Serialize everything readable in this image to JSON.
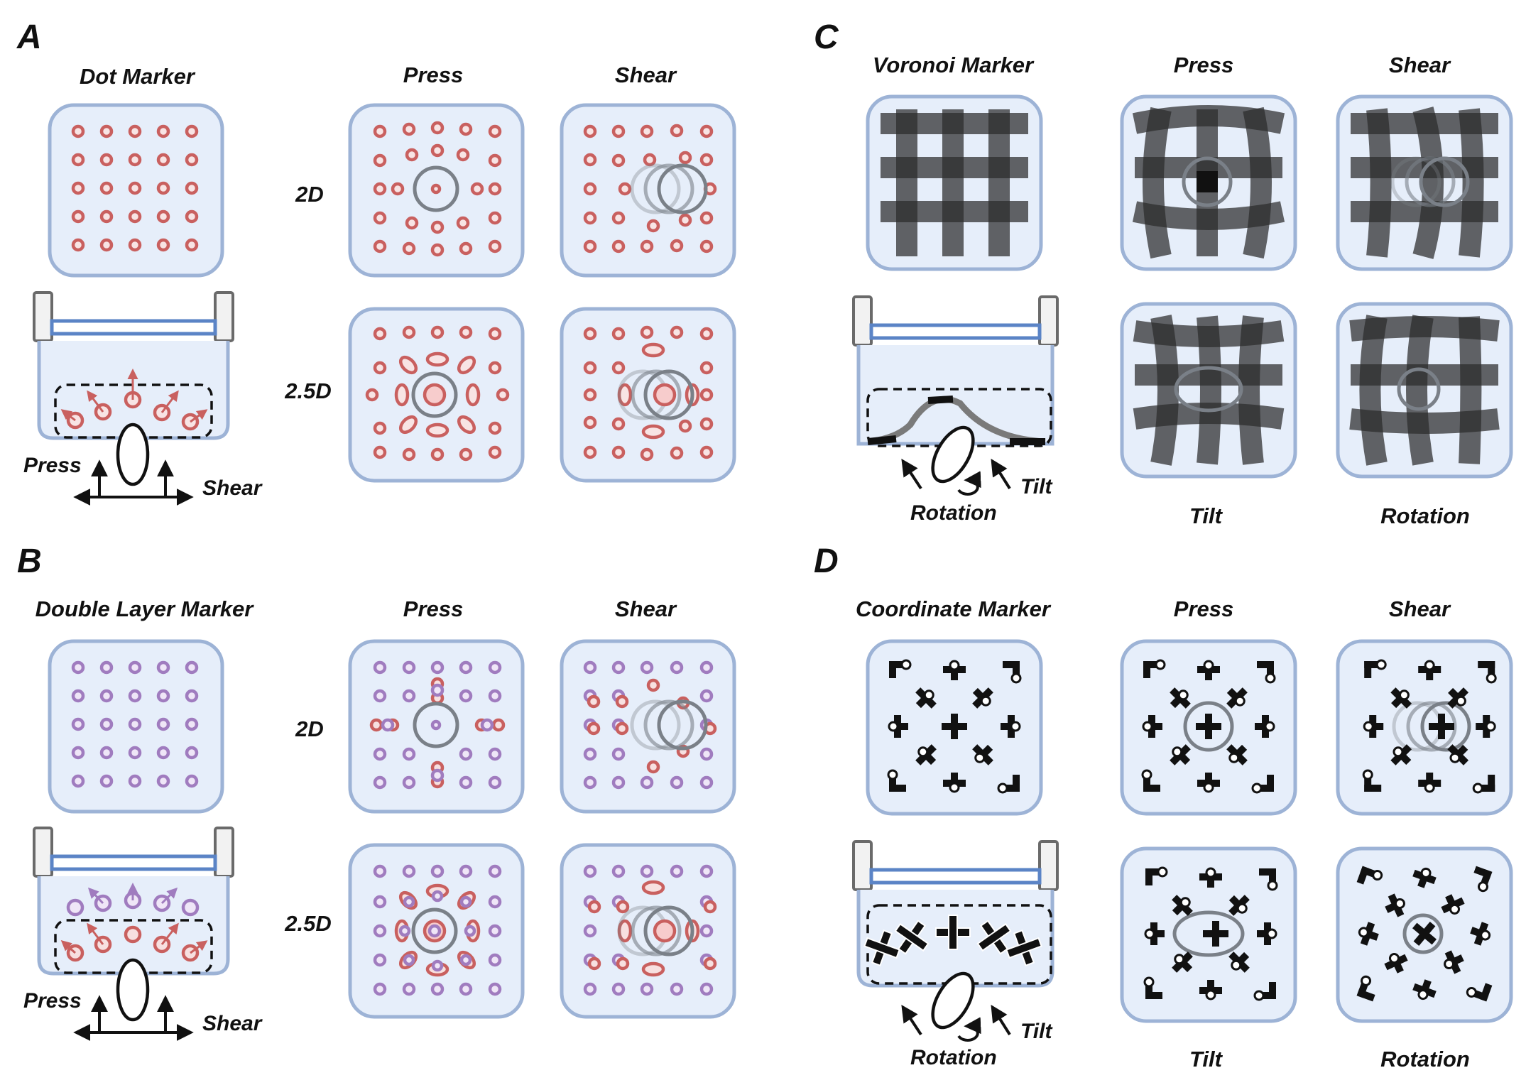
{
  "colors": {
    "pad_fill": "#e6eefa",
    "pad_stroke": "#9db3d6",
    "dot_red": "#c9605f",
    "dot_red_fill": "#f7dede",
    "dot_purple": "#a07cbf",
    "contact_circle": "#7a8088",
    "grid_dark": "#2b2b2b",
    "frame_gray": "#6a6a6a",
    "glass_blue": "#5b84c6"
  },
  "panels": {
    "A": {
      "letter": "A",
      "marker_title": "Dot Marker",
      "col_press": "Press",
      "col_shear": "Shear",
      "row_2d": "2D",
      "row_25d": "2.5D",
      "side_press": "Press",
      "side_shear": "Shear"
    },
    "B": {
      "letter": "B",
      "marker_title": "Double Layer Marker",
      "col_press": "Press",
      "col_shear": "Shear",
      "row_2d": "2D",
      "row_25d": "2.5D",
      "side_press": "Press",
      "side_shear": "Shear"
    },
    "C": {
      "letter": "C",
      "marker_title": "Voronoi Marker",
      "col_press": "Press",
      "col_shear": "Shear",
      "row_tilt": "Tilt",
      "row_rotation": "Rotation",
      "side_tilt": "Tilt",
      "side_rotation": "Rotation"
    },
    "D": {
      "letter": "D",
      "marker_title": "Coordinate Marker",
      "col_press": "Press",
      "col_shear": "Shear",
      "row_tilt": "Tilt",
      "row_rotation": "Rotation",
      "side_tilt": "Tilt",
      "side_rotation": "Rotation"
    }
  }
}
